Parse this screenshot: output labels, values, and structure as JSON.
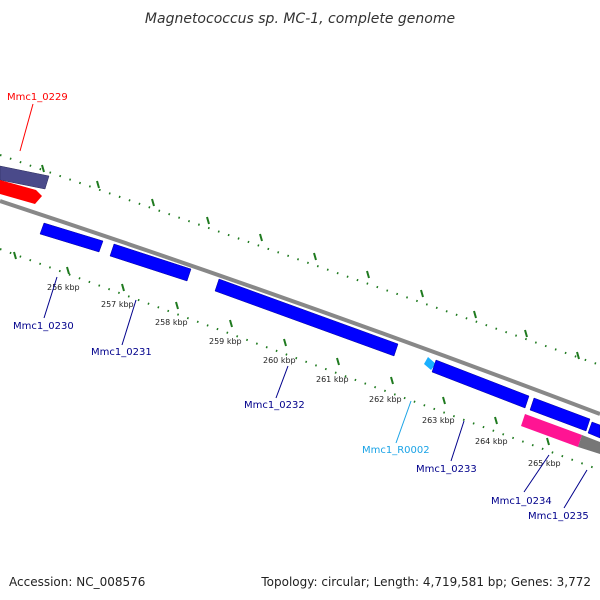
{
  "title": "Magnetococcus sp. MC-1, complete genome",
  "footer": {
    "accession": "Accession: NC_008576",
    "topology": "Topology: circular; Length: 4,719,581 bp; Genes: 3,772"
  },
  "colors": {
    "gene_forward": "#0000ff",
    "gene_reverse_dark": "#4a4a8a",
    "gene_red": "#ff0000",
    "gene_pink": "#ff1493",
    "rna": "#1ab0ff",
    "backbone": "#888888",
    "ticks": "#1f7a1f",
    "label_gene": "#00008b",
    "label_red": "#ff0000",
    "label_rna": "#1aa3e6"
  },
  "kbp_labels": [
    "256 kbp",
    "257 kbp",
    "258 kbp",
    "259 kbp",
    "260 kbp",
    "261 kbp",
    "262 kbp",
    "263 kbp",
    "264 kbp",
    "265 kbp"
  ],
  "gene_labels": [
    {
      "name": "Mmc1_0229",
      "color": "red"
    },
    {
      "name": "Mmc1_0230",
      "color": "gene"
    },
    {
      "name": "Mmc1_0231",
      "color": "gene"
    },
    {
      "name": "Mmc1_0232",
      "color": "gene"
    },
    {
      "name": "Mmc1_R0002",
      "color": "rna"
    },
    {
      "name": "Mmc1_0233",
      "color": "gene"
    },
    {
      "name": "Mmc1_0234",
      "color": "gene"
    },
    {
      "name": "Mmc1_0235",
      "color": "gene"
    }
  ]
}
